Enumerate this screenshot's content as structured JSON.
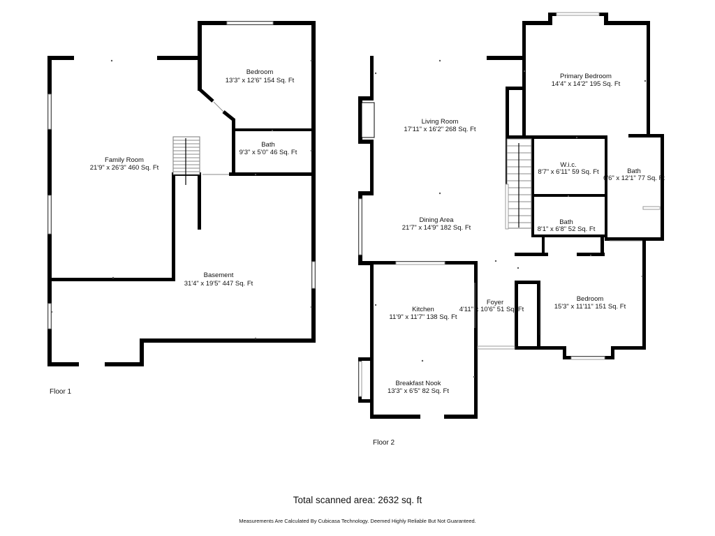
{
  "floors": [
    {
      "label": "Floor 1",
      "rooms": [
        {
          "name": "Family Room",
          "dims": "21'9\" x 26'3\" 460 Sq. Ft"
        },
        {
          "name": "Bedroom",
          "dims": "13'3\" x 12'6\" 154 Sq. Ft"
        },
        {
          "name": "Bath",
          "dims": "9'3\" x 5'0\" 46 Sq. Ft"
        },
        {
          "name": "Basement",
          "dims": "31'4\" x 19'5\" 447 Sq. Ft"
        }
      ]
    },
    {
      "label": "Floor 2",
      "rooms": [
        {
          "name": "Living Room",
          "dims": "17'11\" x 16'2\" 268 Sq. Ft"
        },
        {
          "name": "Dining Area",
          "dims": "21'7\" x 14'9\" 182 Sq. Ft"
        },
        {
          "name": "Kitchen",
          "dims": "11'9\" x 11'7\" 138 Sq. Ft"
        },
        {
          "name": "Breakfast Nook",
          "dims": "13'3\" x 6'5\" 82 Sq. Ft"
        },
        {
          "name": "Foyer",
          "dims": "4'11\" x 10'6\" 51 Sq. Ft"
        },
        {
          "name": "Primary Bedroom",
          "dims": "14'4\" x 14'2\" 195 Sq. Ft"
        },
        {
          "name": "W.i.c.",
          "dims": "8'7\" x 6'11\" 59 Sq. Ft"
        },
        {
          "name": "Bath",
          "dims": "6'6\" x 12'1\" 77 Sq. Ft"
        },
        {
          "name": "Bath",
          "dims": "8'1\" x 6'8\" 52 Sq. Ft"
        },
        {
          "name": "Bedroom",
          "dims": "15'3\" x 11'11\" 151 Sq. Ft"
        }
      ]
    }
  ],
  "total_area": "Total scanned area: 2632 sq. ft",
  "disclaimer": "Measurements Are Calculated By Cubicasa Technology. Deemed Highly Reliable But Not Guaranteed."
}
